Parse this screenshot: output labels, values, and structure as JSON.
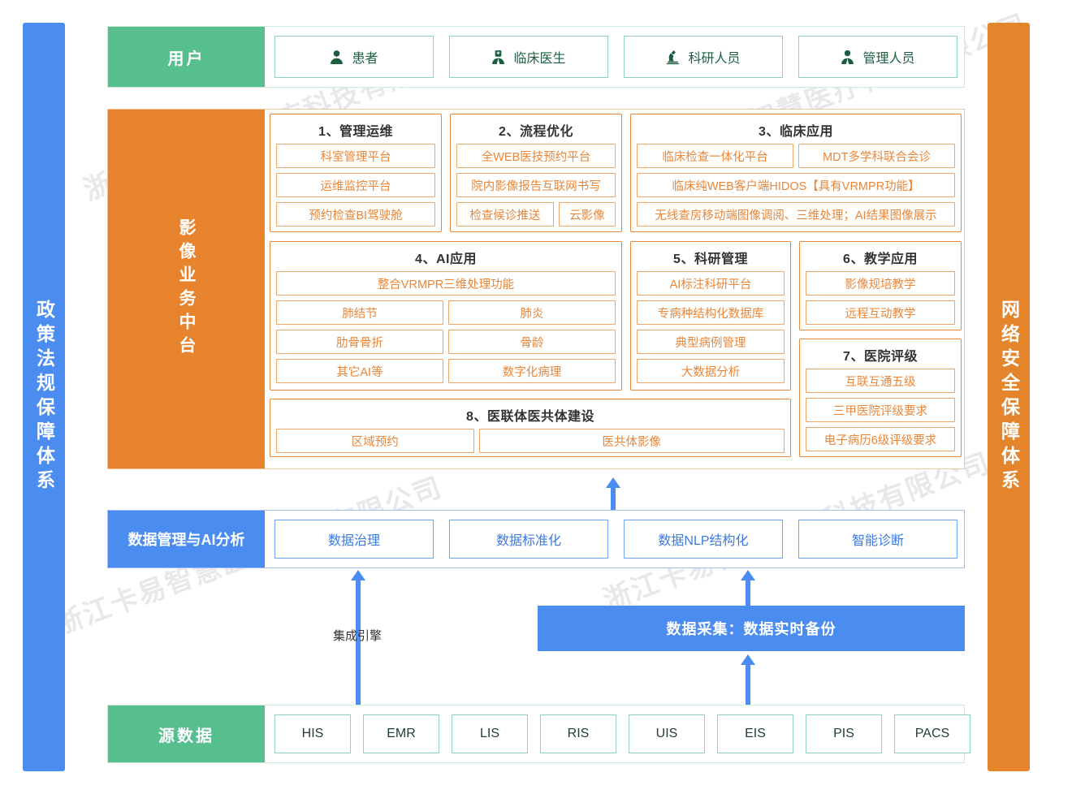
{
  "banners": {
    "left": {
      "text": "政策法规保障体系",
      "color": "#4a8cf0"
    },
    "right": {
      "text": "网络安全保障体系",
      "color": "#e4842b"
    }
  },
  "user_row": {
    "label": "用户",
    "color": "#57bf8e",
    "cards": [
      {
        "icon": "person-icon",
        "label": "患者"
      },
      {
        "icon": "doctor-icon",
        "label": "临床医生"
      },
      {
        "icon": "microscope-icon",
        "label": "科研人员"
      },
      {
        "icon": "manager-icon",
        "label": "管理人员"
      }
    ]
  },
  "middle": {
    "label": "影像业务中台",
    "color": "#e8832d",
    "groups": [
      {
        "title": "1、管理运维",
        "rows": [
          [
            "科室管理平台"
          ],
          [
            "运维监控平台"
          ],
          [
            "预约检查BI驾驶舱"
          ]
        ]
      },
      {
        "title": "2、流程优化",
        "rows": [
          [
            "全WEB医技预约平台"
          ],
          [
            "院内影像报告互联网书写"
          ],
          [
            "检查候诊推送",
            "云影像"
          ]
        ]
      },
      {
        "title": "3、临床应用",
        "rows": [
          [
            "临床检查一体化平台",
            "MDT多学科联合会诊"
          ],
          [
            "临床纯WEB客户端HIDOS【具有VRMPR功能】"
          ],
          [
            "无线查房移动端图像调阅、三维处理；AI结果图像展示"
          ]
        ]
      },
      {
        "title": "4、AI应用",
        "rows": [
          [
            "整合VRMPR三维处理功能"
          ],
          [
            "肺结节",
            "肺炎"
          ],
          [
            "肋骨骨折",
            "骨龄"
          ],
          [
            "其它AI等",
            "数字化病理"
          ]
        ]
      },
      {
        "title": "5、科研管理",
        "rows": [
          [
            "AI标注科研平台"
          ],
          [
            "专病种结构化数据库"
          ],
          [
            "典型病例管理"
          ],
          [
            "大数据分析"
          ]
        ]
      },
      {
        "title": "6、教学应用",
        "rows": [
          [
            "影像规培教学"
          ],
          [
            "远程互动教学"
          ]
        ]
      },
      {
        "title": "7、医院评级",
        "rows": [
          [
            "互联互通五级"
          ],
          [
            "三甲医院评级要求"
          ],
          [
            "电子病历6级评级要求"
          ]
        ]
      },
      {
        "title": "8、医联体医共体建设",
        "rows": [
          [
            "区域预约",
            "医共体影像"
          ]
        ]
      }
    ]
  },
  "data_row": {
    "label": "数据管理与AI分析",
    "color": "#4a8cf0",
    "cards": [
      "数据治理",
      "数据标准化",
      "数据NLP结构化",
      "智能诊断"
    ]
  },
  "collect": {
    "bar_label": "数据采集：数据实时备份",
    "integration_label": "集成引擎",
    "color": "#4a8cf0"
  },
  "source_row": {
    "label": "源数据",
    "color": "#57bf8e",
    "cards": [
      "HIS",
      "EMR",
      "LIS",
      "RIS",
      "UIS",
      "EIS",
      "PIS",
      "PACS"
    ]
  },
  "watermarks": [
    "浙江卡易智慧医疗科技有限公司",
    "浙江卡易智慧医疗科技有限公司",
    "浙江卡易智慧医疗科技有限公司",
    "浙江卡易智慧医疗科技有限公司"
  ]
}
